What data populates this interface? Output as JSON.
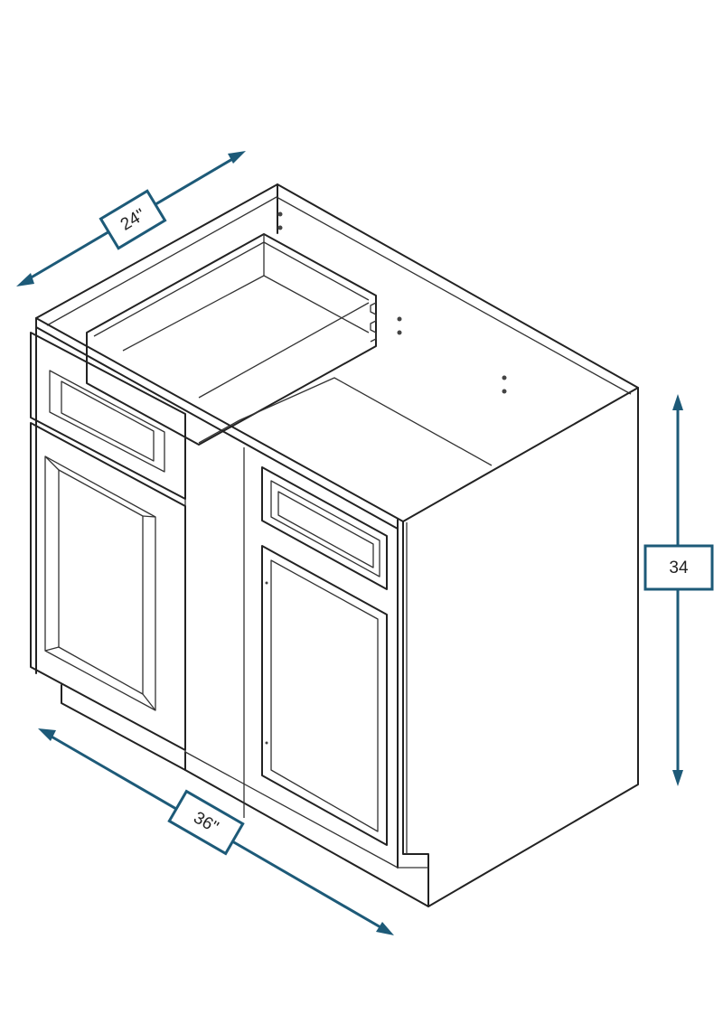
{
  "dimensions": {
    "depth": "24\"",
    "width": "36\"",
    "height": "34"
  },
  "colors": {
    "dimension": "#1d5a78",
    "outline": "#222222",
    "background": "#ffffff"
  }
}
